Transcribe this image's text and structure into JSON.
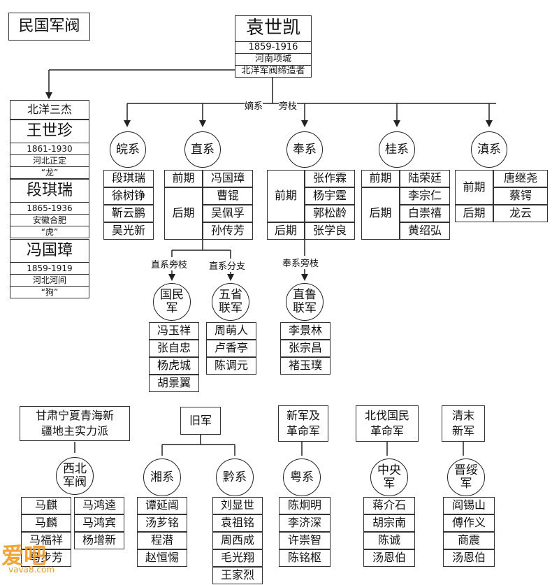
{
  "title": "民国军阀",
  "yuan": {
    "name": "袁世凯",
    "years": "1859-1916",
    "place": "河南项城",
    "note": "北洋军阀缔造者"
  },
  "conn": {
    "dixi": "嫡系",
    "pangzhi": "旁枝"
  },
  "beiyang": {
    "header": "北洋三杰",
    "p1": {
      "name": "王世珍",
      "years": "1861-1930",
      "place": "河北正定",
      "nick": "“龙”"
    },
    "p2": {
      "name": "段琪瑞",
      "years": "1865-1936",
      "place": "安徽合肥",
      "nick": "“虎”"
    },
    "p3": {
      "name": "冯国璋",
      "years": "1859-1919",
      "place": "河北河间",
      "nick": "“狗”"
    }
  },
  "wan": {
    "label": "皖系",
    "members": [
      "段琪瑞",
      "徐树铮",
      "靳云鹏",
      "吴光新"
    ]
  },
  "zhi": {
    "label": "直系",
    "early": "前期",
    "late": "后期",
    "members": [
      "冯国璋",
      "曹锟",
      "吴佩孚",
      "孙传芳"
    ]
  },
  "feng": {
    "label": "奉系",
    "early": "前期",
    "late": "后期",
    "members": [
      "张作霖",
      "杨宇霆",
      "郭松龄",
      "张学良"
    ]
  },
  "gui": {
    "label": "桂系",
    "early": "前期",
    "late": "后期",
    "members": [
      "陆荣廷",
      "李宗仁",
      "白崇禧",
      "黄绍弘"
    ]
  },
  "dian": {
    "label": "滇系",
    "early": "前期",
    "late": "后期",
    "members": [
      "唐继尧",
      "蔡锷",
      "龙云"
    ]
  },
  "zhipang": {
    "label": "直系旁枝",
    "circle": "国民\n军",
    "members": [
      "冯玉祥",
      "张自忠",
      "杨虎城",
      "胡景翼"
    ]
  },
  "zhifen": {
    "label": "直系分支",
    "circle": "五省\n联军",
    "members": [
      "周萌人",
      "卢香亭",
      "陈调元"
    ]
  },
  "fengpang": {
    "label": "奉系旁枝",
    "circle": "直鲁\n联军",
    "members": [
      "李景林",
      "张宗昌",
      "褚玉璞"
    ]
  },
  "xibei": {
    "header": "甘肃宁夏青海新\n疆地主实力派",
    "circle": "西北\n军阀",
    "col1": [
      "马麒",
      "马麟",
      "马福祥",
      "马步芳"
    ],
    "col2": [
      "马鸿逵",
      "马鸿宾",
      "杨增新"
    ]
  },
  "jiujun": {
    "header": "旧军",
    "xiang": {
      "label": "湘系",
      "members": [
        "谭延闿",
        "汤芗铭",
        "程潜",
        "赵恒惕"
      ]
    },
    "qian": {
      "label": "黔系",
      "members": [
        "刘显世",
        "袁祖铭",
        "周西成",
        "毛光翔",
        "王家烈"
      ]
    }
  },
  "xinjun": {
    "header": "新军及\n革命军",
    "circle": "粤系",
    "members": [
      "陈炯明",
      "李济深",
      "许崇智",
      "陈铭枢"
    ]
  },
  "beifa": {
    "header": "北伐国民\n革命军",
    "circle": "中央\n军",
    "members": [
      "蒋介石",
      "胡宗南",
      "陈诚",
      "汤恩伯"
    ]
  },
  "qingmo": {
    "header": "清末\n新军",
    "circle": "晋绥\n军",
    "members": [
      "阎锡山",
      "傅作义",
      "商震",
      "汤恩伯"
    ]
  },
  "watermark": {
    "big": "爱吧",
    "small": "vava8.com"
  }
}
